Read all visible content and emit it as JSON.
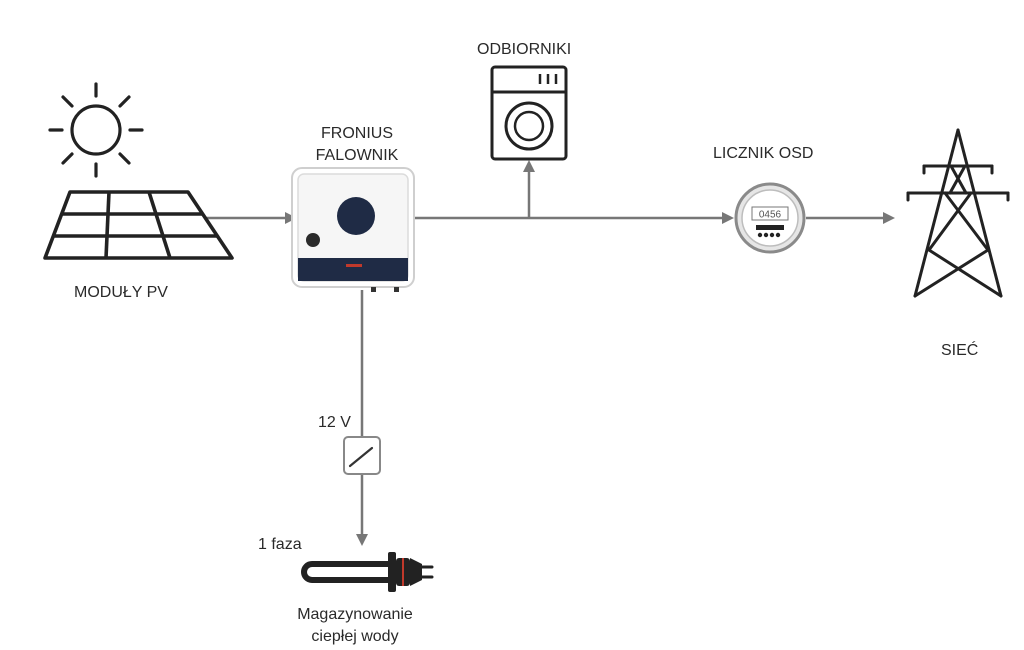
{
  "labels": {
    "pv_modules": "MODUŁY PV",
    "inverter_line1": "FRONIUS",
    "inverter_line2": "FALOWNIK",
    "loads": "ODBIORNIKI",
    "meter": "LICZNIK OSD",
    "grid": "SIEĆ",
    "relay_voltage": "12 V",
    "heater_phase": "1 faza",
    "storage_line1": "Magazynowanie",
    "storage_line2": "ciepłej wody"
  },
  "meter_display": "0456",
  "colors": {
    "line": "#777777",
    "icon": "#222222",
    "inverter_dial": "#1f2b45",
    "inverter_band": "#1f2b45",
    "accent": "#c0392b"
  }
}
